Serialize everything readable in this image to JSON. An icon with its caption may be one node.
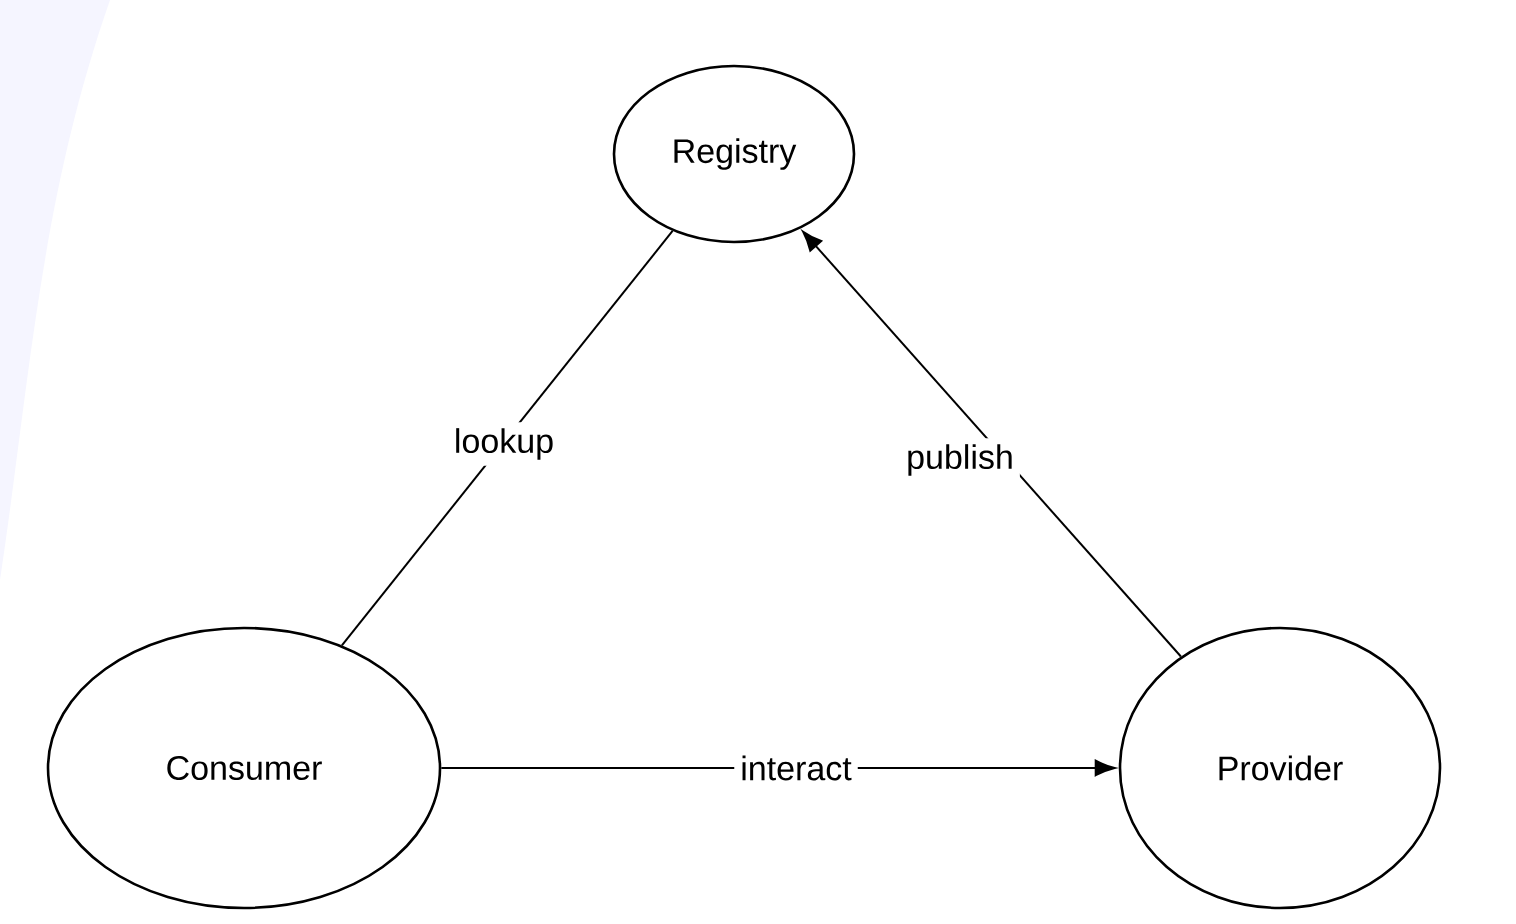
{
  "diagram": {
    "nodes": [
      {
        "text": [
          "Registry"
        ]
      },
      {
        "text": [
          "Consumer"
        ]
      },
      {
        "text": [
          "Provider"
        ]
      }
    ],
    "edges": [
      {
        "from": 1,
        "to": 0,
        "arrow": "none",
        "label": "lookup"
      },
      {
        "from": 2,
        "to": 0,
        "arrow": "to",
        "label": "publish"
      },
      {
        "from": 1,
        "to": 2,
        "arrow": "to",
        "label": "interact"
      }
    ]
  }
}
